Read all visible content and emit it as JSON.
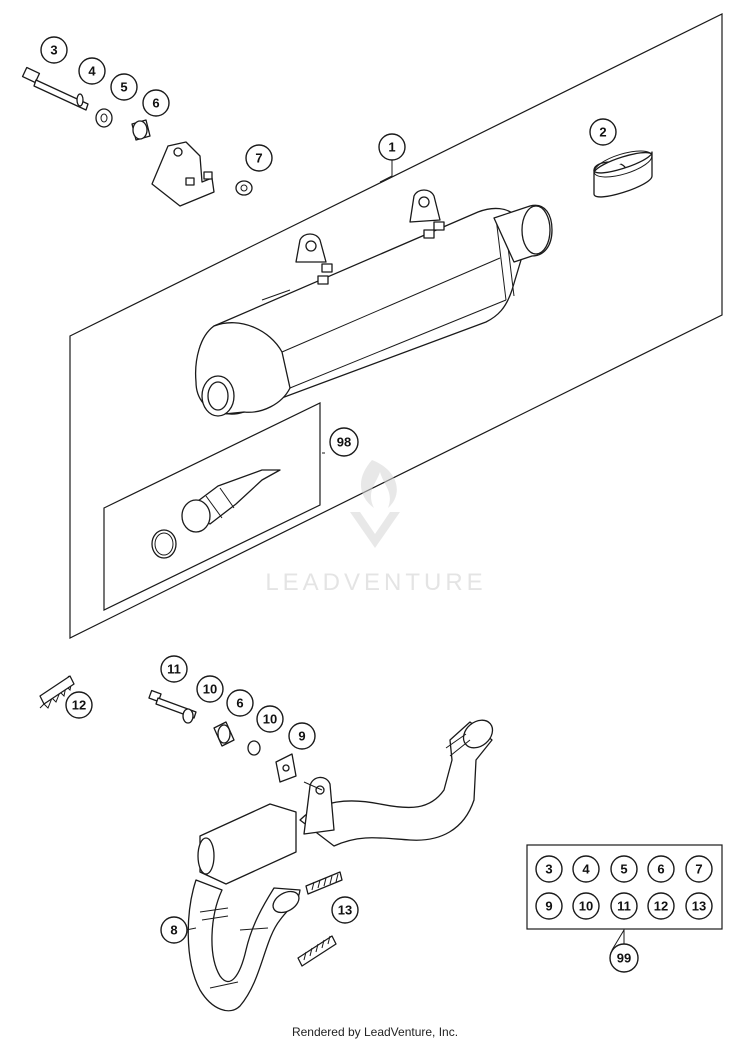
{
  "watermark": {
    "text": "LEADVENTURE"
  },
  "footer": {
    "text": "Rendered by LeadVenture, Inc."
  },
  "callouts": {
    "c1": "1",
    "c2": "2",
    "c3": "3",
    "c4": "4",
    "c5": "5",
    "c6": "6",
    "c7": "7",
    "c8": "8",
    "c9": "9",
    "c10a": "10",
    "c10b": "10",
    "c6b": "6",
    "c11": "11",
    "c12": "12",
    "c13": "13",
    "c98": "98",
    "c99": "99"
  },
  "kit_99": [
    "3",
    "4",
    "5",
    "6",
    "7",
    "9",
    "10",
    "11",
    "12",
    "13"
  ]
}
